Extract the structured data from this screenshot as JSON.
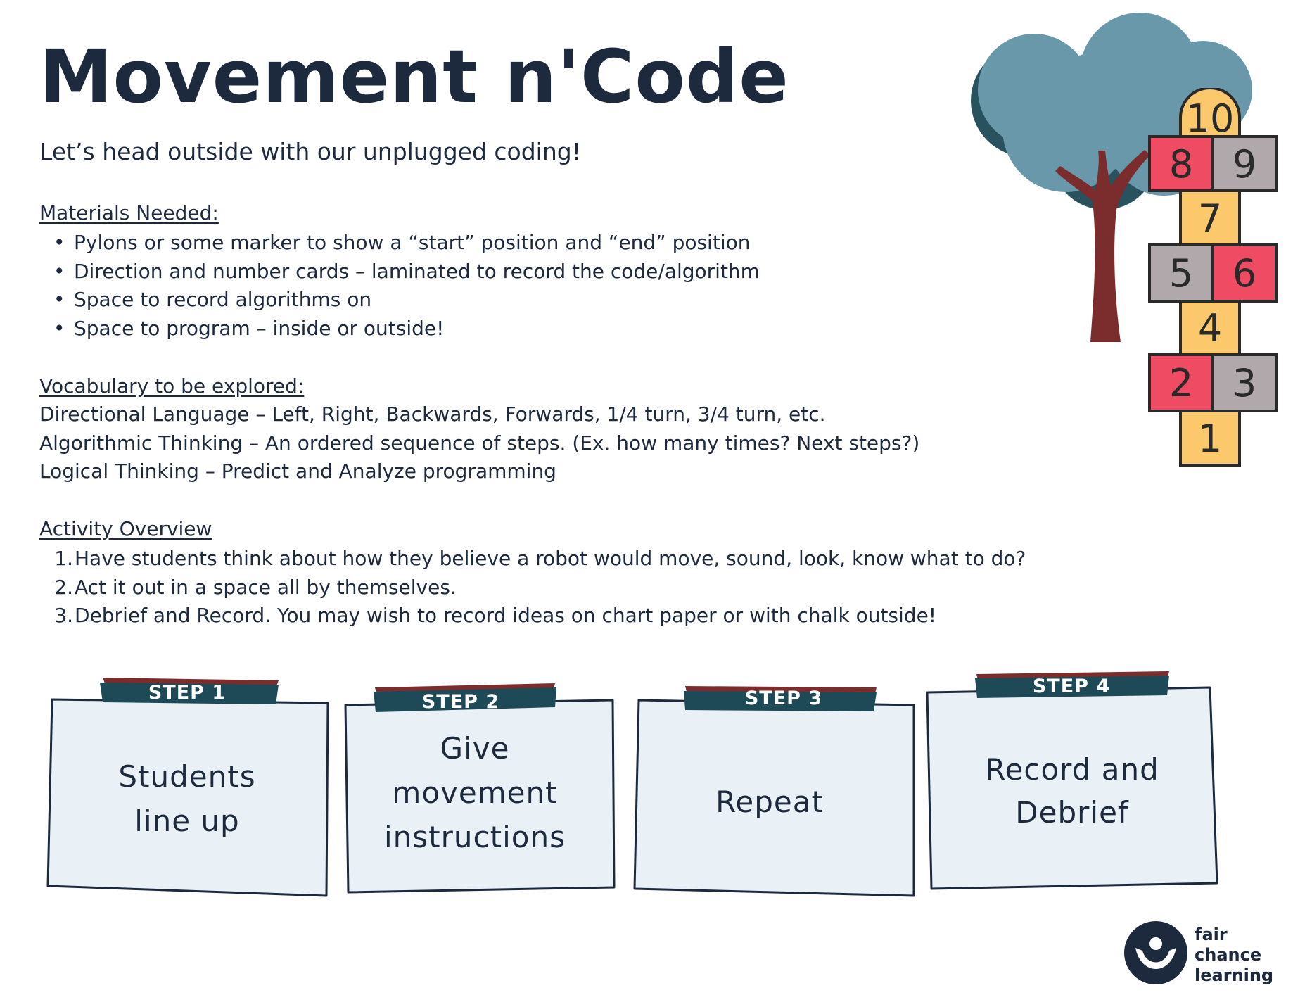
{
  "title": "Movement n'Code",
  "subtitle": "Let’s head outside with our unplugged coding!",
  "materials": {
    "heading": "Materials Needed:",
    "items": [
      "Pylons or some marker to show a “start” position and “end” position",
      "Direction and number cards – laminated to record the code/algorithm",
      "Space to record algorithms on",
      "Space to program – inside or outside!"
    ]
  },
  "vocabulary": {
    "heading": "Vocabulary to be explored:",
    "lines": [
      "Directional Language – Left, Right, Backwards, Forwards, 1/4 turn, 3/4 turn, etc.",
      "Algorithmic Thinking – An ordered sequence of steps. (Ex. how many times? Next steps?)",
      "Logical Thinking – Predict and Analyze programming"
    ]
  },
  "overview": {
    "heading": "Activity Overview",
    "items": [
      {
        "num": "1.",
        "text": "Have students think about how they believe a robot would move, sound, look, know what to do?"
      },
      {
        "num": "2.",
        "text": "Act it out in a space all by themselves."
      },
      {
        "num": "3.",
        "text": "Debrief and Record. You may wish to record ideas on chart paper or with chalk outside!"
      }
    ]
  },
  "steps": [
    {
      "label": "STEP 1",
      "lines": [
        "Students",
        "line up"
      ]
    },
    {
      "label": "STEP 2",
      "lines": [
        "Give",
        "movement",
        "instructions"
      ]
    },
    {
      "label": "STEP 3",
      "lines": [
        "Repeat"
      ]
    },
    {
      "label": "STEP 4",
      "lines": [
        "Record and",
        "Debrief"
      ]
    }
  ],
  "hopscotch": {
    "squares": [
      "10",
      "8",
      "9",
      "7",
      "5",
      "6",
      "4",
      "2",
      "3",
      "1"
    ],
    "colors": {
      "yellow": "#fbc96b",
      "pink": "#ef4b63",
      "gray": "#b0a8aa",
      "outline": "#2a2a2a"
    }
  },
  "tree": {
    "foliage": "#6a98ab",
    "foliage_shadow": "#27525e",
    "trunk": "#7b2c2d"
  },
  "logo": {
    "lines": [
      "fair",
      "chance",
      "learning"
    ],
    "color": "#1d2a3d"
  },
  "colors": {
    "text": "#1d2a3d",
    "card_fill": "#e9f1f7",
    "tab_fill": "#1e4a57",
    "tab_accent": "#7b2c2d"
  }
}
